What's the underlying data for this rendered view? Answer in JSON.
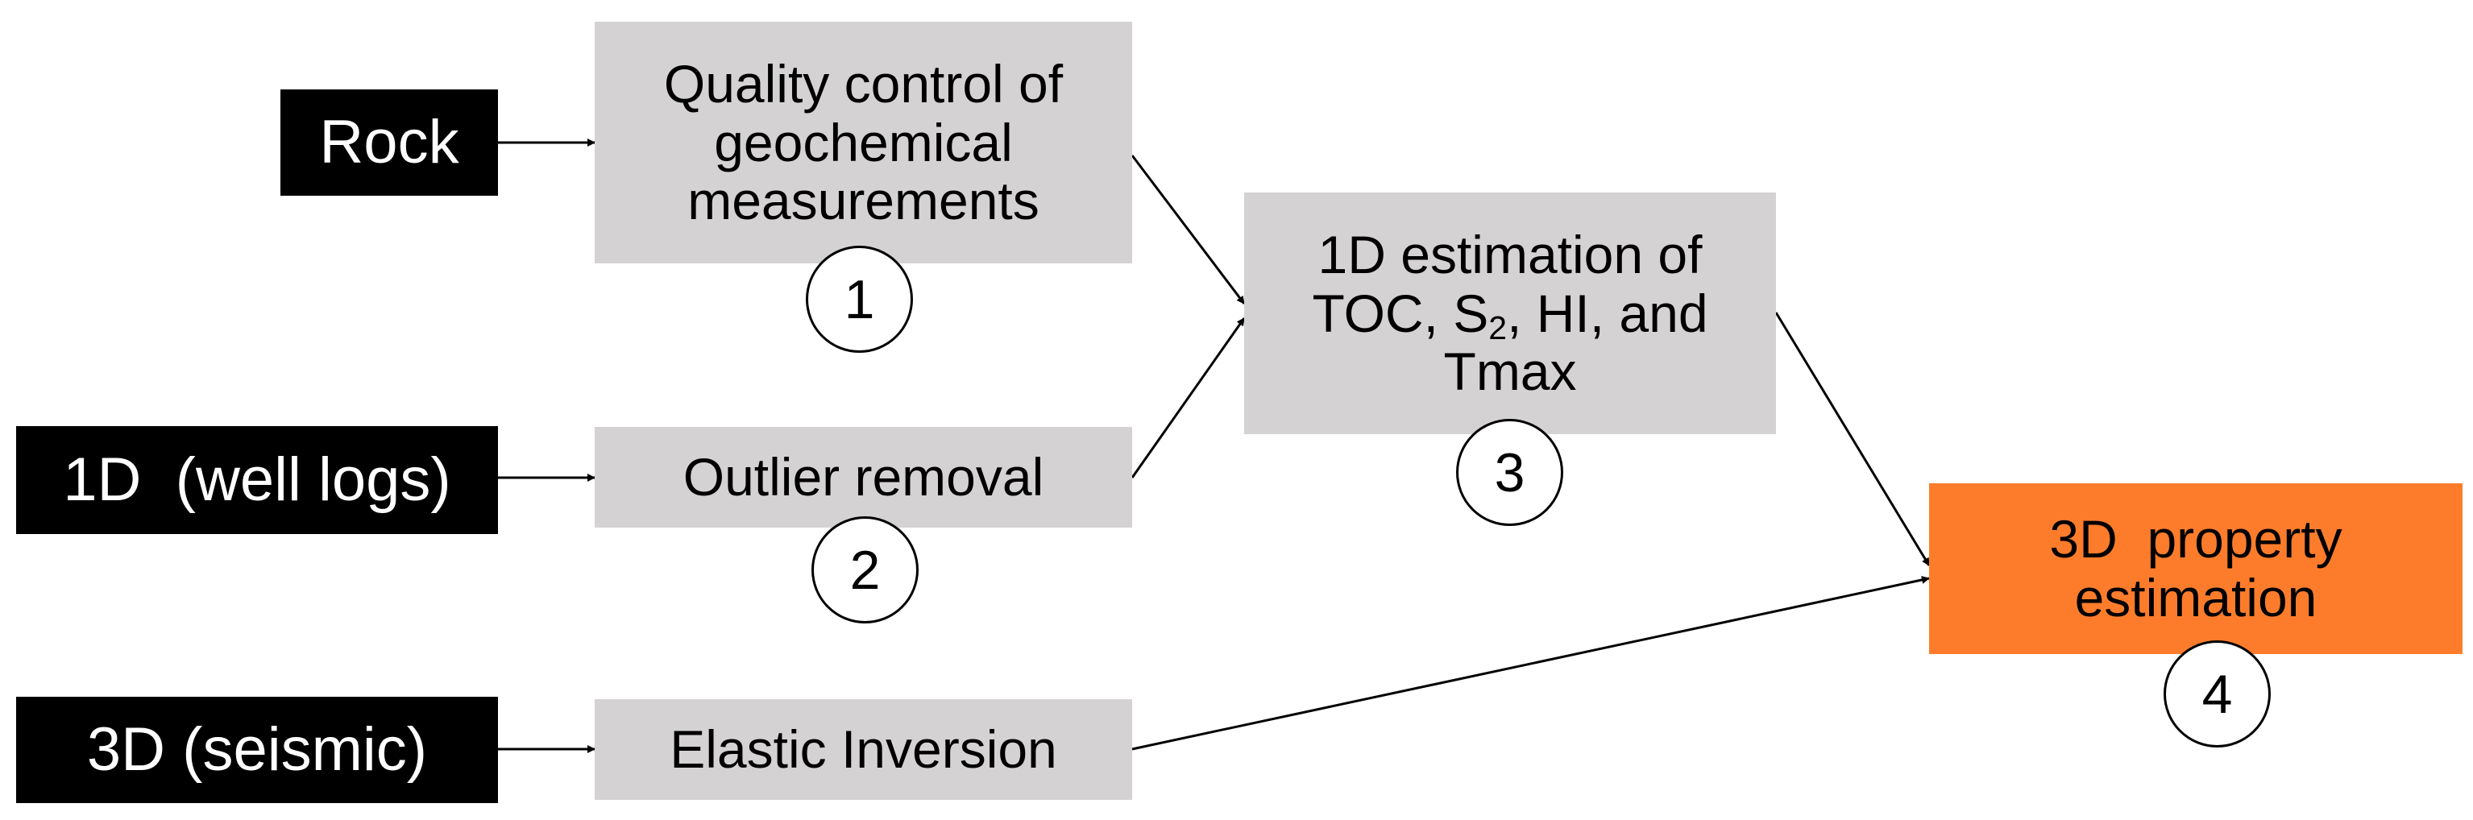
{
  "sources": {
    "rock": "Rock",
    "well_logs": "1D  (well logs)",
    "seismic": "3D (seismic)"
  },
  "steps": {
    "qc": {
      "lines": [
        "Quality control of",
        "geochemical",
        "measurements"
      ],
      "number": "1"
    },
    "outlier": {
      "label": "Outlier removal",
      "number": "2"
    },
    "elastic": {
      "label": "Elastic Inversion"
    },
    "estimation_1d": {
      "line1": "1D estimation of",
      "line2_prefix": "TOC, S",
      "line2_sub": "2",
      "line2_suffix": ", HI, and",
      "line3": "Tmax",
      "number": "3"
    },
    "estimation_3d": {
      "lines": [
        "3D  property",
        "estimation"
      ],
      "number": "4"
    }
  },
  "colors": {
    "source_fill": "#000000",
    "process_fill": "#d4d2d2",
    "output_fill": "#fd7c2b"
  }
}
